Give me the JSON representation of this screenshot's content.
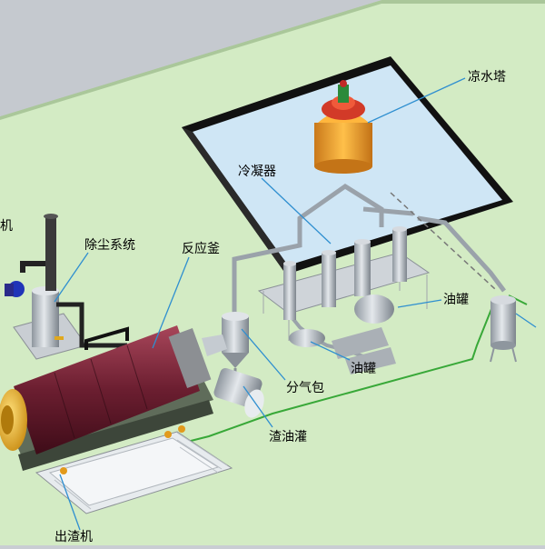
{
  "labels": {
    "cooling_tower": "凉水塔",
    "condenser": "冷凝器",
    "fan": "机",
    "dust_removal": "除尘系统",
    "reactor": "反应釜",
    "oil_tank_right": "油罐",
    "oil_tank_mid": "油罐",
    "gas_separator": "分气包",
    "residue_tank": "渣油灌",
    "slag_discharger": "出渣机"
  },
  "colors": {
    "ground": "#d8ecc8",
    "pool_water": "#cfe6f5",
    "pool_wall": "#111111",
    "reactor_body": "#7a2a3c",
    "reactor_end": "#e0a81e",
    "tower_body": "#f0a428",
    "tower_fan": "#d23a28",
    "pipe_green": "#38a838",
    "steel": "#b9c0c8"
  }
}
